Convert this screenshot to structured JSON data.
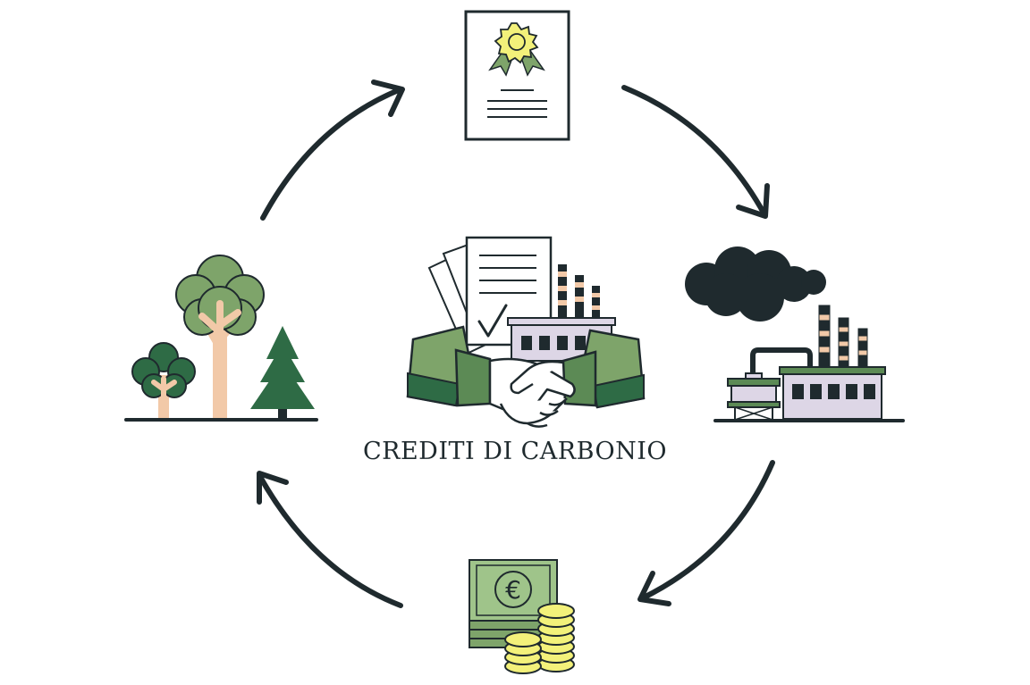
{
  "center": {
    "label": "CREDITI DI CARBONIO"
  },
  "colors": {
    "outline": "#1f2a2e",
    "green_light": "#7ea46a",
    "green_dark": "#2e6b45",
    "green_mid": "#5c8a55",
    "trunk": "#f2c9a8",
    "yellow": "#f3f17a",
    "smoke": "#1f2a2e",
    "factory_wall": "#ddd6e6",
    "money_green": "#9fc48a",
    "background": "#ffffff"
  },
  "nodes": [
    {
      "id": "certificate",
      "icon": "certificate-icon"
    },
    {
      "id": "factory",
      "icon": "polluting-factory-icon"
    },
    {
      "id": "money",
      "icon": "euro-money-icon"
    },
    {
      "id": "forest",
      "icon": "trees-icon"
    },
    {
      "id": "agreement",
      "icon": "handshake-agreement-icon"
    }
  ]
}
